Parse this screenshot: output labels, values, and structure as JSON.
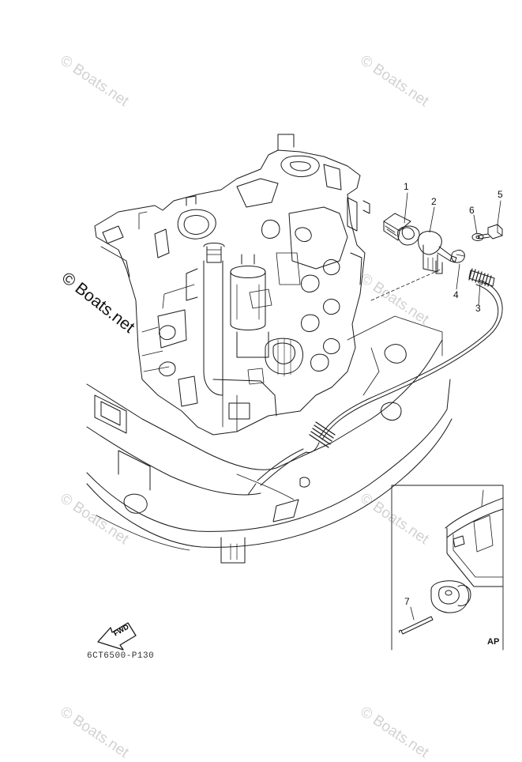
{
  "watermark": "© Boats.net",
  "callouts": [
    "1",
    "2",
    "3",
    "4",
    "5",
    "6",
    "7"
  ],
  "fwd_label": "FWD",
  "diagram_code": "6CT6500-P130",
  "inset_label": "AP",
  "colors": {
    "line": "#1a1a1a",
    "watermark": "#d2d2d2"
  }
}
